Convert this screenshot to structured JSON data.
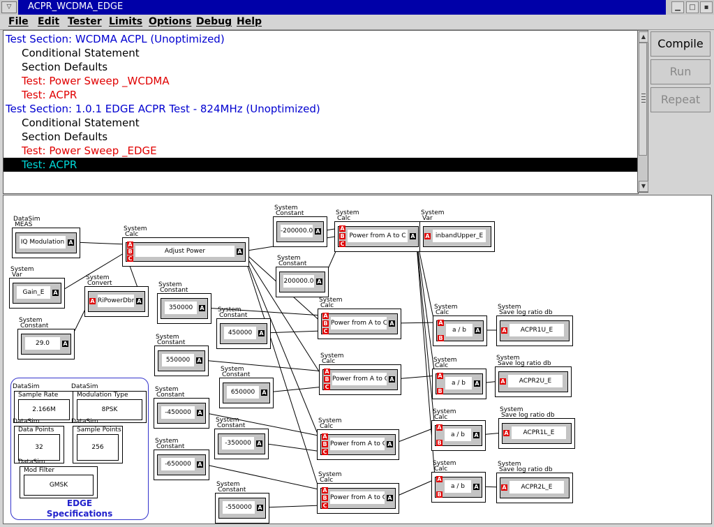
{
  "window": {
    "title": "ACPR_WCDMA_EDGE"
  },
  "menu": [
    "File",
    "Edit",
    "Tester",
    "Limits",
    "Options",
    "Debug",
    "Help"
  ],
  "tree": [
    {
      "text": "Test Section: WCDMA ACPL (Unoptimized)",
      "kind": "section"
    },
    {
      "text": "Conditional Statement",
      "kind": "stmt"
    },
    {
      "text": "Section Defaults",
      "kind": "stmt"
    },
    {
      "text": "Test: Power Sweep _WCDMA",
      "kind": "test"
    },
    {
      "text": "Test: ACPR",
      "kind": "test"
    },
    {
      "text": "Test Section: 1.0.1 EDGE ACPR Test - 824MHz (Unoptimized)",
      "kind": "section"
    },
    {
      "text": "Conditional Statement",
      "kind": "stmt"
    },
    {
      "text": "Section Defaults",
      "kind": "stmt"
    },
    {
      "text": "Test: Power Sweep _EDGE",
      "kind": "test"
    },
    {
      "text": "Test: ACPR",
      "kind": "test",
      "selected": true
    }
  ],
  "buttons": {
    "compile": "Compile",
    "run": "Run",
    "repeat": "Repeat"
  },
  "spec": {
    "title_line1": "EDGE",
    "title_line2": "Specifications",
    "items": [
      {
        "cat": "DataSim",
        "label": "Sample Rate",
        "value": "2.166M"
      },
      {
        "cat": "DataSim",
        "label": "Modulation Type",
        "value": "8PSK"
      },
      {
        "cat": "DataSim",
        "label": "Data Points",
        "value": "32"
      },
      {
        "cat": "DataSim",
        "label": "Sample Points",
        "value": "256"
      },
      {
        "cat": "DataSim",
        "label": "Mod Filter",
        "value": "GMSK"
      }
    ]
  },
  "blocks": [
    {
      "id": "iq",
      "cat": "DataSim",
      "kind": "MEAS",
      "text": "IQ Modulation",
      "in": [],
      "out": true
    },
    {
      "id": "gain",
      "cat": "System",
      "kind": "Var",
      "text": "Gain_E",
      "in": [],
      "out": true
    },
    {
      "id": "c290",
      "cat": "System",
      "kind": "Constant",
      "text": "29.0",
      "in": [],
      "out": true
    },
    {
      "id": "adj",
      "cat": "System",
      "kind": "Calc",
      "text": "Adjust Power",
      "in": [
        "A",
        "B",
        "C"
      ],
      "out": true
    },
    {
      "id": "conv",
      "cat": "System",
      "kind": "Convert",
      "text": "RiPowerDbm",
      "in": [
        "A"
      ],
      "out": true
    },
    {
      "id": "cm200k",
      "cat": "System",
      "kind": "Constant",
      "text": "-200000.0",
      "in": [],
      "out": true
    },
    {
      "id": "c200k",
      "cat": "System",
      "kind": "Constant",
      "text": "200000.0",
      "in": [],
      "out": true
    },
    {
      "id": "pabc1",
      "cat": "System",
      "kind": "Calc",
      "text": "Power from A to C",
      "in": [
        "A",
        "B",
        "C"
      ],
      "out": true
    },
    {
      "id": "ibu",
      "cat": "System",
      "kind": "Var",
      "text": "inbandUpper_E",
      "in": [
        "A"
      ],
      "out": false
    },
    {
      "id": "c350",
      "cat": "System",
      "kind": "Constant",
      "text": "350000",
      "in": [],
      "out": true
    },
    {
      "id": "c450",
      "cat": "System",
      "kind": "Constant",
      "text": "450000",
      "in": [],
      "out": true
    },
    {
      "id": "pabc2",
      "cat": "System",
      "kind": "Calc",
      "text": "Power from A to C",
      "in": [
        "A",
        "B",
        "C"
      ],
      "out": true
    },
    {
      "id": "ab1",
      "cat": "System",
      "kind": "Calc",
      "text": "a / b",
      "in": [
        "A",
        "B"
      ],
      "out": true
    },
    {
      "id": "save1",
      "cat": "System",
      "kind": "Save log ratio db",
      "text": "ACPR1U_E",
      "in": [
        "A"
      ],
      "out": false
    },
    {
      "id": "c550",
      "cat": "System",
      "kind": "Constant",
      "text": "550000",
      "in": [],
      "out": true
    },
    {
      "id": "c650",
      "cat": "System",
      "kind": "Constant",
      "text": "650000",
      "in": [],
      "out": true
    },
    {
      "id": "pabc3",
      "cat": "System",
      "kind": "Calc",
      "text": "Power from A to C",
      "in": [
        "A",
        "B",
        "C"
      ],
      "out": true
    },
    {
      "id": "ab2",
      "cat": "System",
      "kind": "Calc",
      "text": "a / b",
      "in": [
        "A",
        "B"
      ],
      "out": true
    },
    {
      "id": "save2",
      "cat": "System",
      "kind": "Save log ratio db",
      "text": "ACPR2U_E",
      "in": [
        "A"
      ],
      "out": false
    },
    {
      "id": "cm450",
      "cat": "System",
      "kind": "Constant",
      "text": "-450000",
      "in": [],
      "out": true
    },
    {
      "id": "cm350",
      "cat": "System",
      "kind": "Constant",
      "text": "-350000",
      "in": [],
      "out": true
    },
    {
      "id": "pabc4",
      "cat": "System",
      "kind": "Calc",
      "text": "Power from A to C",
      "in": [
        "A",
        "B",
        "C"
      ],
      "out": true
    },
    {
      "id": "ab3",
      "cat": "System",
      "kind": "Calc",
      "text": "a / b",
      "in": [
        "A",
        "B"
      ],
      "out": true
    },
    {
      "id": "save3",
      "cat": "System",
      "kind": "Save log ratio db",
      "text": "ACPR1L_E",
      "in": [
        "A"
      ],
      "out": false
    },
    {
      "id": "cm650",
      "cat": "System",
      "kind": "Constant",
      "text": "-650000",
      "in": [],
      "out": true
    },
    {
      "id": "cm550",
      "cat": "System",
      "kind": "Constant",
      "text": "-550000",
      "in": [],
      "out": true
    },
    {
      "id": "pabc5",
      "cat": "System",
      "kind": "Calc",
      "text": "Power from A to C",
      "in": [
        "A",
        "B",
        "C"
      ],
      "out": true
    },
    {
      "id": "ab4",
      "cat": "System",
      "kind": "Calc",
      "text": "a / b",
      "in": [
        "A",
        "B"
      ],
      "out": true
    },
    {
      "id": "save4",
      "cat": "System",
      "kind": "Save log ratio db",
      "text": "ACPR2L_E",
      "in": [
        "A"
      ],
      "out": false
    }
  ],
  "connections": [
    [
      "iq",
      "adj",
      "A"
    ],
    [
      "gain",
      "adj",
      "B"
    ],
    [
      "conv",
      "adj",
      "C"
    ],
    [
      "c290",
      "conv",
      "A"
    ],
    [
      "adj",
      "pabc1",
      "B"
    ],
    [
      "cm200k",
      "pabc1",
      "A"
    ],
    [
      "c200k",
      "pabc1",
      "C"
    ],
    [
      "pabc1",
      "ibu",
      "A"
    ],
    [
      "adj",
      "pabc2",
      "B"
    ],
    [
      "c350",
      "pabc2",
      "A"
    ],
    [
      "c450",
      "pabc2",
      "C"
    ],
    [
      "adj",
      "pabc3",
      "B"
    ],
    [
      "c550",
      "pabc3",
      "A"
    ],
    [
      "c650",
      "pabc3",
      "C"
    ],
    [
      "adj",
      "pabc4",
      "B"
    ],
    [
      "cm450",
      "pabc4",
      "A"
    ],
    [
      "cm350",
      "pabc4",
      "C"
    ],
    [
      "adj",
      "pabc5",
      "B"
    ],
    [
      "cm650",
      "pabc5",
      "A"
    ],
    [
      "cm550",
      "pabc5",
      "C"
    ],
    [
      "pabc2",
      "ab1",
      "A"
    ],
    [
      "pabc1",
      "ab1",
      "B"
    ],
    [
      "ab1",
      "save1",
      "A"
    ],
    [
      "pabc3",
      "ab2",
      "A"
    ],
    [
      "pabc1",
      "ab2",
      "B"
    ],
    [
      "ab2",
      "save2",
      "A"
    ],
    [
      "pabc4",
      "ab3",
      "A"
    ],
    [
      "pabc1",
      "ab3",
      "B"
    ],
    [
      "ab3",
      "save3",
      "A"
    ],
    [
      "pabc5",
      "ab4",
      "A"
    ],
    [
      "pabc1",
      "ab4",
      "B"
    ],
    [
      "ab4",
      "save4",
      "A"
    ]
  ]
}
